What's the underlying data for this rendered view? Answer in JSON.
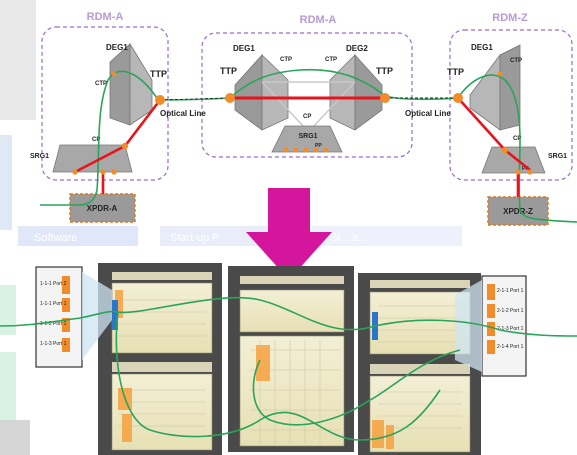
{
  "top_diagram": {
    "node_left": {
      "title": "RDM-A",
      "deg": "DEG1",
      "ctp": "CTP",
      "ttp": "TTP",
      "cp": "CP",
      "srg": "SRG1",
      "xpdr": "XPDR-A"
    },
    "node_mid": {
      "title": "RDM-A",
      "deg1": "DEG1",
      "deg2": "DEG2",
      "ctp1": "CTP",
      "ctp2": "CTP",
      "ttp1": "TTP",
      "ttp2": "TTP",
      "cp": "CP",
      "srg": "SRG1",
      "pp": "PP"
    },
    "node_right": {
      "title": "RDM-Z",
      "deg": "DEG1",
      "ctp": "CTP",
      "ttp": "TTP",
      "cp": "CP",
      "srg": "SRG1",
      "pp": "PP",
      "xpdr": "XPDR-Z"
    },
    "link_left": "Optical Line",
    "link_right": "Optical Line"
  },
  "background": {
    "tab_left": "Software",
    "tab_mid": "Start-up P",
    "tab_right": "Sl... a..."
  },
  "bottom_diagram": {
    "left_panel_ports": [
      "1-1-1 Port 2",
      "1-1-1 Port 1",
      "1-1-2 Port 1",
      "1-1-3 Port 1"
    ],
    "right_panel_ports": [
      "2-1-1 Port 1",
      "2-1-2 Port 1",
      "2-1-3 Port 1",
      "2-1-4 Port 1"
    ]
  },
  "colors": {
    "red_path": "#e8131b",
    "green_path": "#2aa45b",
    "orange_node": "#f28c28",
    "magenta_arrow": "#d4169c",
    "box_border": "#9b6bc9"
  }
}
